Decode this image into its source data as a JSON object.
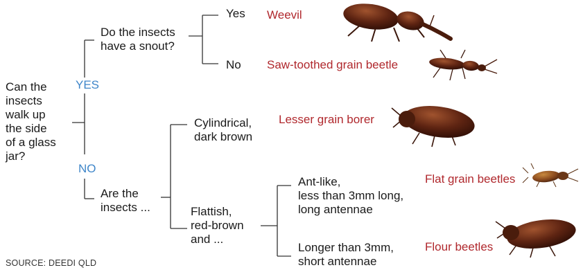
{
  "root_question": "Can the\ninsects\nwalk up\nthe side\nof a glass\njar?",
  "branches": {
    "yes_label": "YES",
    "no_label": "NO"
  },
  "yes_branch": {
    "question": "Do the insects\nhave a snout?",
    "yes_answer": "Yes",
    "no_answer": "No",
    "yes_result": "Weevil",
    "no_result": "Saw-toothed grain beetle"
  },
  "no_branch": {
    "question": "Are the\ninsects ...",
    "option_1": "Cylindrical,\ndark brown",
    "option_1_result": "Lesser grain borer",
    "option_2": "Flattish,\nred-brown\nand ...",
    "sub_option_1": "Ant-like,\nless than 3mm long,\nlong antennae",
    "sub_option_1_result": "Flat grain beetles",
    "sub_option_2": "Longer than 3mm,\nshort antennae",
    "sub_option_2_result": "Flour beetles"
  },
  "source": "SOURCE: DEEDI QLD",
  "colors": {
    "question_text": "#1a1a1a",
    "yes_no_label": "#3f86c9",
    "result_text": "#b0282d",
    "line": "#333333"
  },
  "icons": [
    "weevil-icon",
    "saw-toothed-beetle-icon",
    "lesser-grain-borer-icon",
    "flat-grain-beetle-icon",
    "flour-beetle-icon"
  ]
}
